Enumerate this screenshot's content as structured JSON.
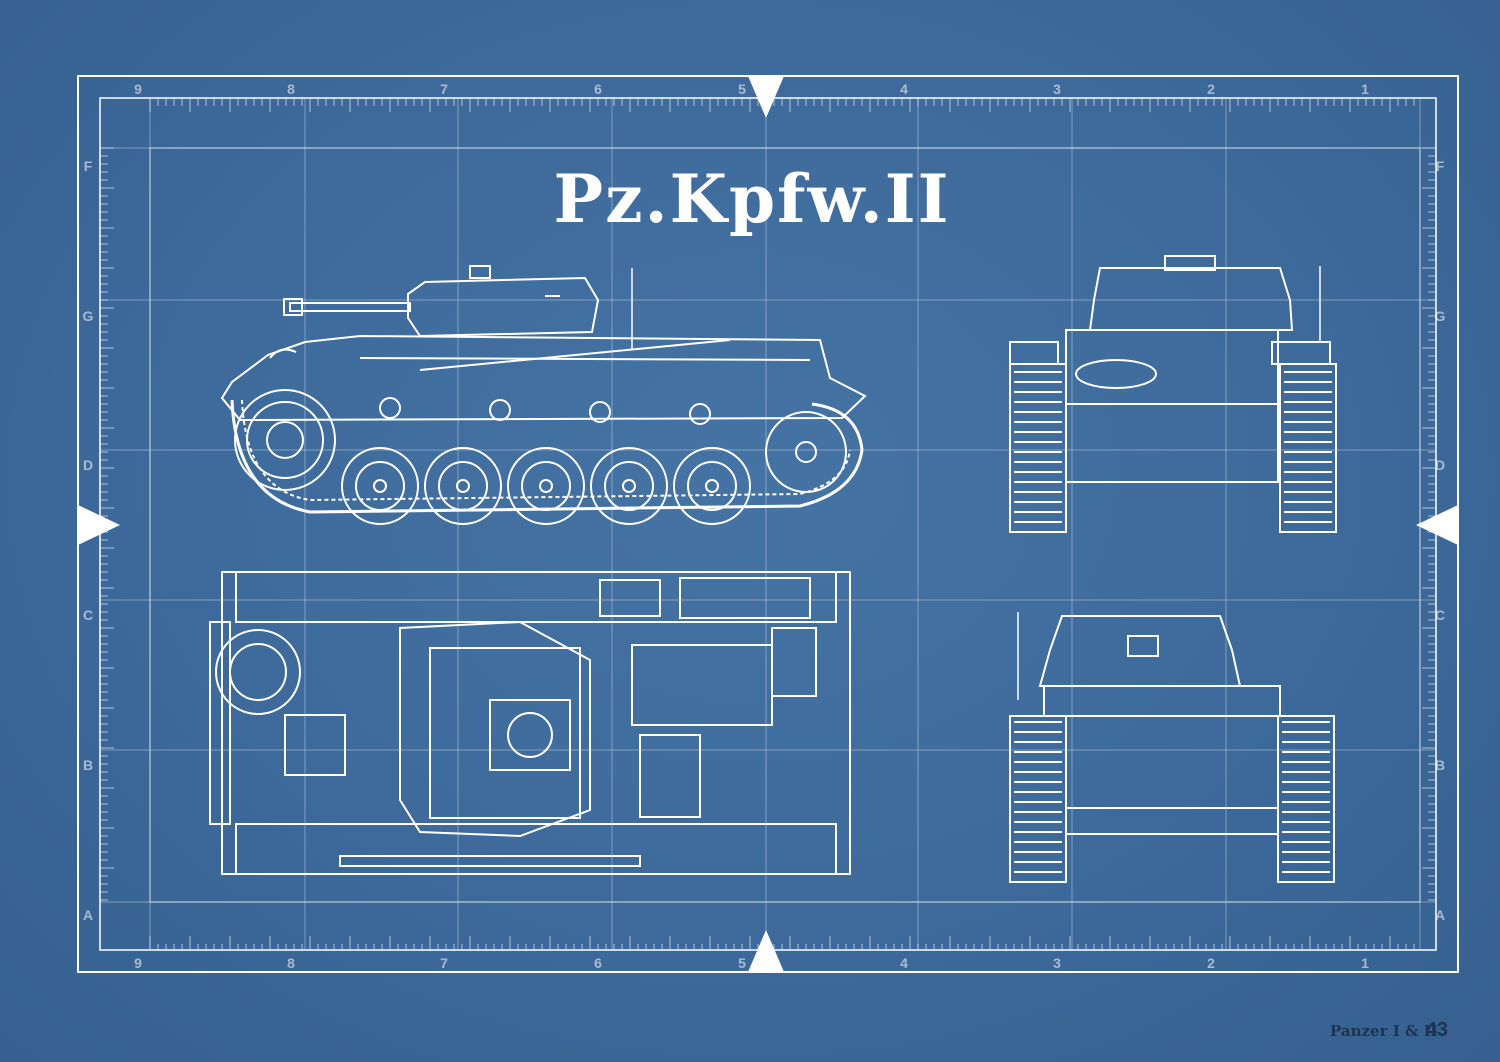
{
  "title": "Pz.Kpfw.II",
  "column_labels": [
    "9",
    "8",
    "7",
    "6",
    "5",
    "4",
    "3",
    "2",
    "1"
  ],
  "row_labels": [
    "F",
    "G",
    "D",
    "C",
    "B",
    "A"
  ],
  "footer": {
    "book": "Panzer I & II",
    "page": "43"
  },
  "colors": {
    "background": "#3b6797",
    "line": "#ffffff",
    "footer": "#1e3350"
  },
  "views": [
    "side-view",
    "top-view",
    "front-view",
    "rear-view"
  ]
}
